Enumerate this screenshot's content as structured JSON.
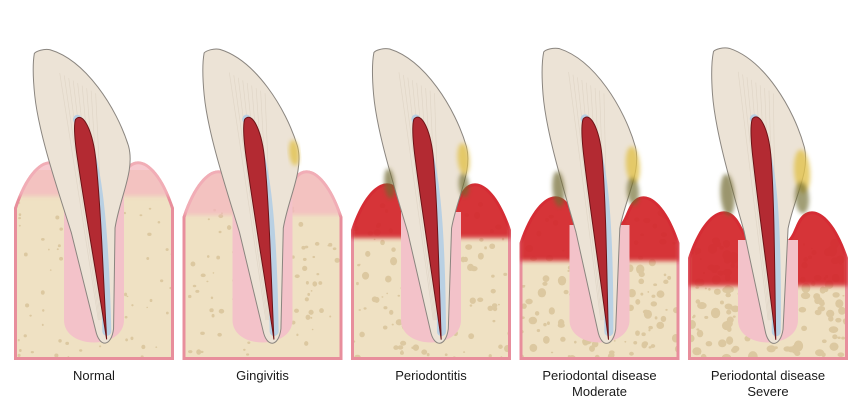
{
  "stages": [
    {
      "id": "normal",
      "label_lines": [
        "Normal"
      ],
      "severity": 0
    },
    {
      "id": "gingivitis",
      "label_lines": [
        "Gingivitis"
      ],
      "severity": 1
    },
    {
      "id": "periodontitis",
      "label_lines": [
        "Periodontitis"
      ],
      "severity": 2
    },
    {
      "id": "periodontal-moderate",
      "label_lines": [
        "Periodontal disease",
        "Moderate"
      ],
      "severity": 3
    },
    {
      "id": "periodontal-severe",
      "label_lines": [
        "Periodontal disease",
        "Severe"
      ],
      "severity": 4
    }
  ],
  "colors": {
    "bone": "#efe1c3",
    "bone_pore": "#dcc8a0",
    "gum_healthy": "#f4b7bf",
    "gum_edge": "#e88e9c",
    "gum_inflamed": "#d3202c",
    "gum_dark": "#9e1019",
    "ligament": "#f3c2c9",
    "tooth": "#ece3d6",
    "tooth_outline": "#8a857f",
    "dentin_line": "#d8ccbc",
    "pulp": "#b32a32",
    "pulp_dark": "#6e1317",
    "root_canal_halo": "#b9d0e3",
    "plaque": "#e2c24e",
    "tartar": "#6f6a2c"
  }
}
